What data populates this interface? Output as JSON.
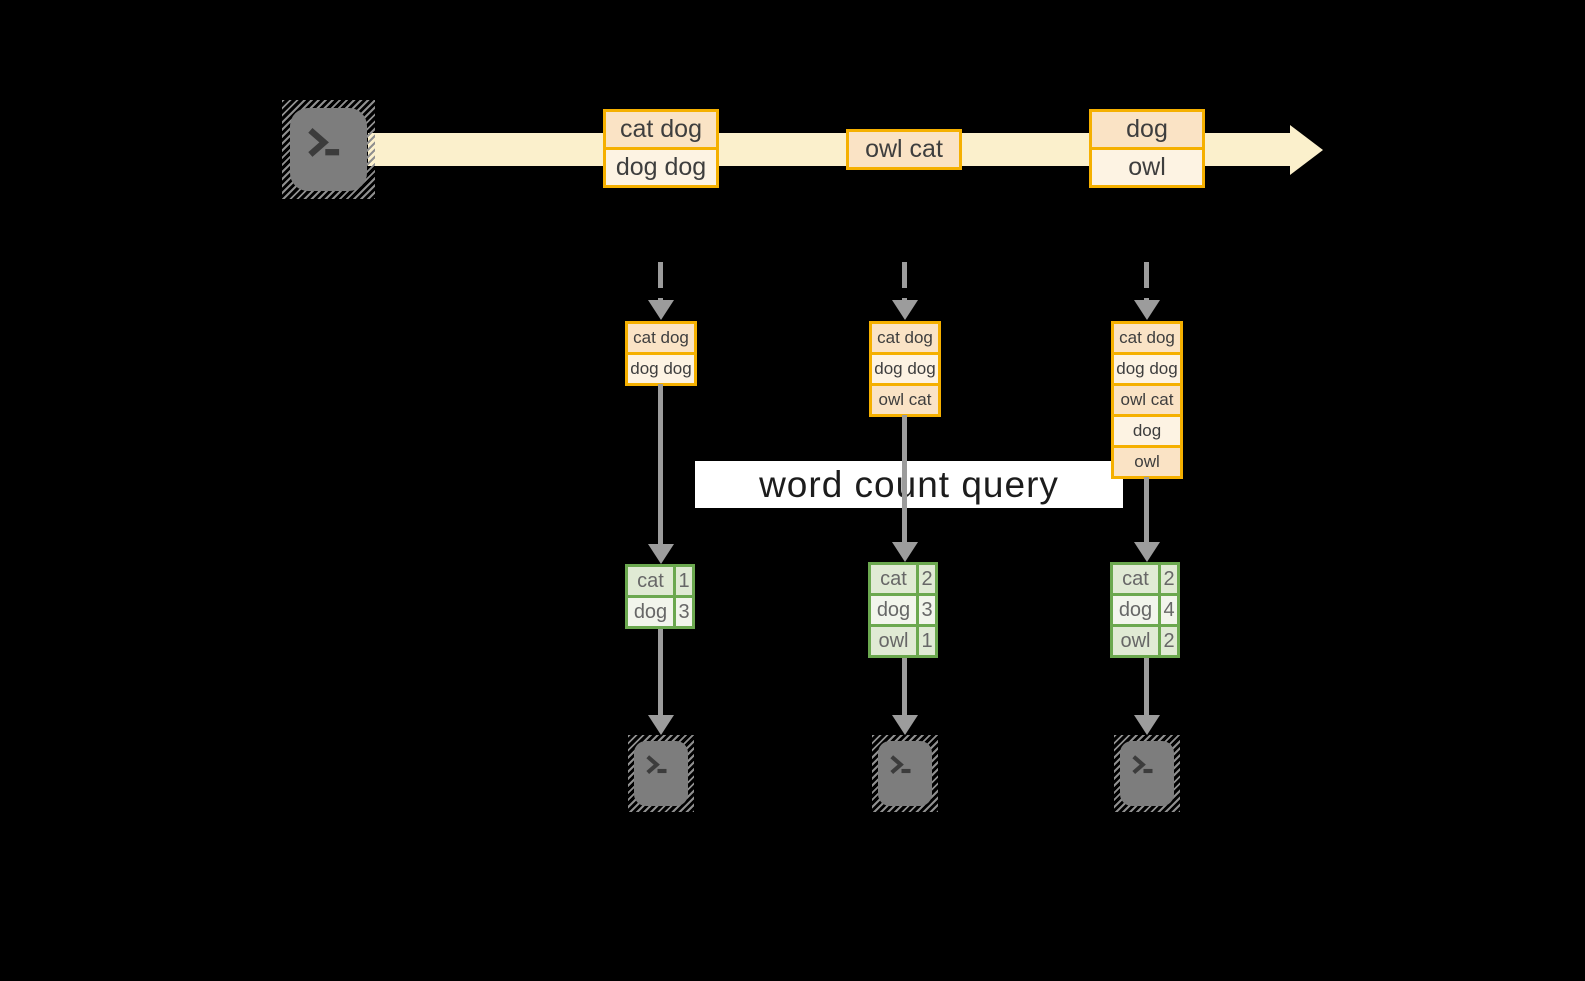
{
  "query": {
    "label": "word count query"
  },
  "stream": {
    "batches": [
      {
        "lines": [
          "cat dog",
          "dog dog"
        ]
      },
      {
        "lines": [
          "owl cat"
        ]
      },
      {
        "lines": [
          "dog",
          "owl"
        ]
      }
    ]
  },
  "stages": [
    {
      "input": [
        "cat dog",
        "dog dog"
      ],
      "counts": [
        {
          "word": "cat",
          "count": "1"
        },
        {
          "word": "dog",
          "count": "3"
        }
      ]
    },
    {
      "input": [
        "cat dog",
        "dog dog",
        "owl cat"
      ],
      "counts": [
        {
          "word": "cat",
          "count": "2"
        },
        {
          "word": "dog",
          "count": "3"
        },
        {
          "word": "owl",
          "count": "1"
        }
      ]
    },
    {
      "input": [
        "cat dog",
        "dog dog",
        "owl cat",
        "dog",
        "owl"
      ],
      "counts": [
        {
          "word": "cat",
          "count": "2"
        },
        {
          "word": "dog",
          "count": "4"
        },
        {
          "word": "owl",
          "count": "2"
        }
      ]
    }
  ],
  "icons": {
    "source": "terminal-prompt-icon",
    "outputs": "terminal-prompt-icon",
    "stream_head": "arrow-right-icon",
    "flow_arrows": "arrow-down-icon"
  },
  "colors": {
    "background": "#000000",
    "stream_band": "#FBF0CC",
    "record_border": "#F5B000",
    "record_fill_dark": "#FAE3C5",
    "record_fill_light": "#FDF3E3",
    "table_border": "#6BA84F",
    "table_row_dark": "#E0EAD4",
    "table_row_light": "#F2F5EC",
    "arrow_gray": "#9C9C9C",
    "terminal_gray": "#7D7D7D",
    "query_band_bg": "#FFFFFF",
    "query_text": "#1C1C1C"
  }
}
